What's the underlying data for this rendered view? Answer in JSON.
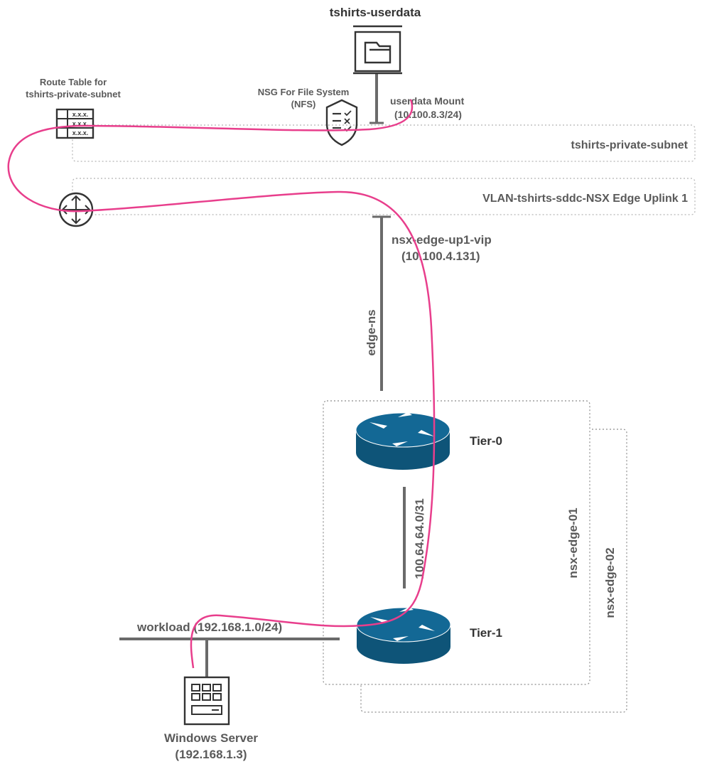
{
  "colors": {
    "path": "#e83e8c",
    "router_fill": "#136895",
    "router_side": "#0e5478",
    "text": "#5a5a5a",
    "icon": "#333333"
  },
  "storage": {
    "title": "tshirts-userdata",
    "mount_label": "userdata Mount",
    "mount_ip": "(10.100.8.3/24)",
    "icon": "folder-storage-icon"
  },
  "route_table": {
    "label_line1": "Route Table for",
    "label_line2": "tshirts-private-subnet",
    "icon": "route-table-icon",
    "cells": [
      "x.x.x.",
      "x.x.x.",
      "x.x.x."
    ]
  },
  "nsg": {
    "label_line1": "NSG For File System",
    "label_line2": "(NFS)",
    "icon": "shield-checklist-icon"
  },
  "subnets": {
    "private": "tshirts-private-subnet",
    "vlan": "VLAN-tshirts-sddc-NSX Edge Uplink 1"
  },
  "uplink": {
    "name": "nsx-edge-up1-vip",
    "ip": "(10.100.4.131)",
    "segment": "edge-ns"
  },
  "edges": {
    "edge1": "nsx-edge-01",
    "edge2": "nsx-edge-02"
  },
  "routers": {
    "tier0": "Tier-0",
    "tier1": "Tier-1",
    "transit": "100.64.64.0/31"
  },
  "workload": {
    "segment": "workload (192.168.1.0/24)",
    "server_name": "Windows Server",
    "server_ip": "(192.168.1.3)",
    "icon": "server-icon"
  },
  "vlan_router_icon": "router-arrows-icon"
}
